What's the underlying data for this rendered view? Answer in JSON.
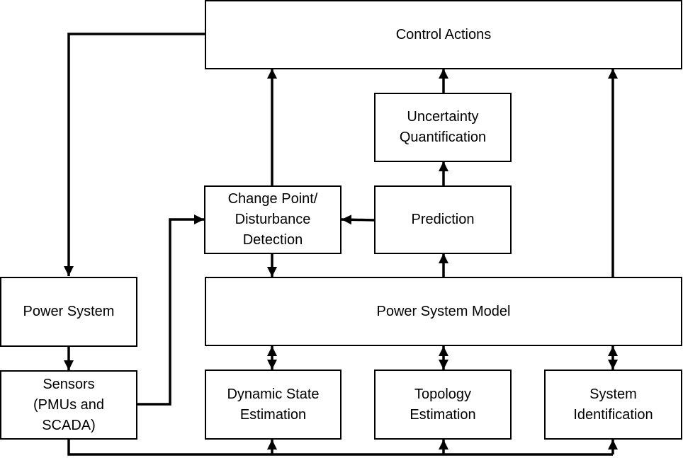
{
  "nodes": {
    "control_actions": "Control Actions",
    "uncertainty_quantification": "Uncertainty\nQuantification",
    "change_point_detection": "Change Point/\nDisturbance\nDetection",
    "prediction": "Prediction",
    "power_system": "Power System",
    "power_system_model": "Power System Model",
    "sensors": "Sensors\n(PMUs and\nSCADA)",
    "dynamic_state_estimation": "Dynamic State\nEstimation",
    "topology_estimation": "Topology\nEstimation",
    "system_identification": "System\nIdentification"
  }
}
